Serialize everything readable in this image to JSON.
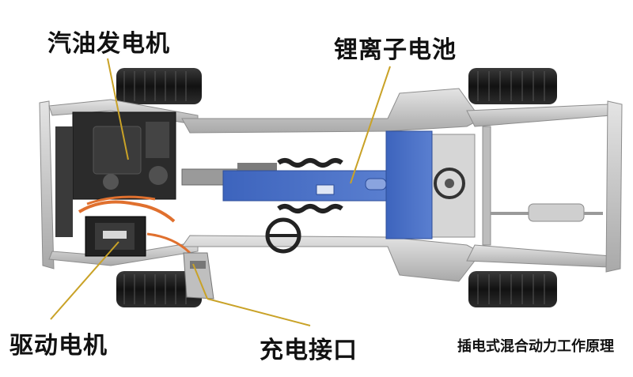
{
  "labels": {
    "engine": "汽油发电机",
    "battery": "锂离子电池",
    "motor": "驱动电机",
    "charge_port": "充电接口",
    "caption": "插电式混合动力工作原理"
  },
  "colors": {
    "leader_line": "#c9a227",
    "battery": "#4f74c8",
    "frame": "#c9c9c9",
    "tire": "#1a1a1a",
    "engine_block": "#2b2b2b",
    "cable_orange": "#e0702e"
  },
  "icons": [
    "tire-icon",
    "exhaust-icon",
    "steering-icon"
  ]
}
